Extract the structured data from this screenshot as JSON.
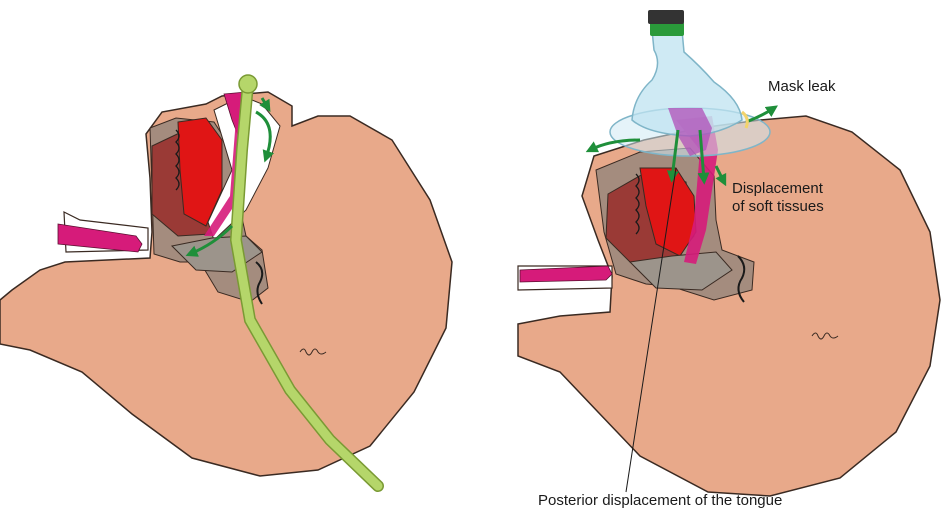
{
  "labels": {
    "mask_leak": "Mask leak",
    "displacement_line1": "Displacement",
    "displacement_line2": "of soft tissues",
    "posterior_displacement": "Posterior displacement of the tongue"
  },
  "colors": {
    "skin": "#e8a98a",
    "outline": "#3a2a22",
    "tongue": "#e01515",
    "tongue_dark": "#9a3a36",
    "soft_tissue_grey": "#8d8379",
    "tube_green": "#b5d66a",
    "arrow_green": "#1f8f3a",
    "magenta": "#d61b7a",
    "mask_blue": "#bfe3f0"
  }
}
